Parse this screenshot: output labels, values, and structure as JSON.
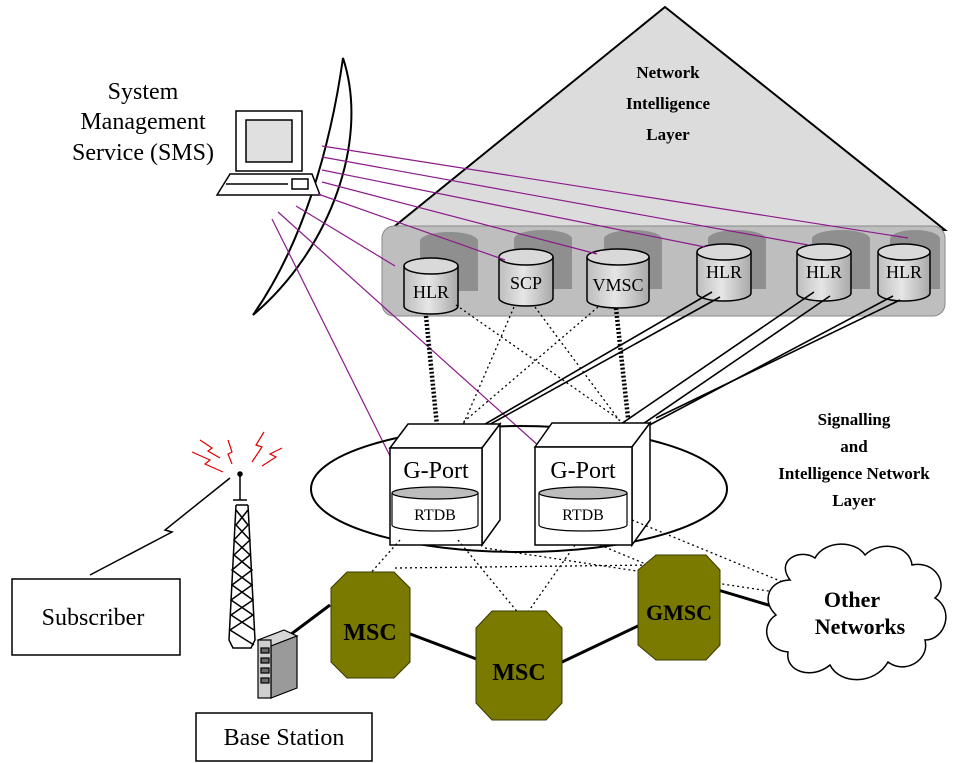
{
  "network_layer": {
    "line1": "Network",
    "line2": "Intelligence",
    "line3": "Layer"
  },
  "sms": {
    "line1": "System",
    "line2": "Management",
    "line3": "Service  (SMS)"
  },
  "databases": {
    "hlr_left": "HLR",
    "scp": "SCP",
    "vmsc": "VMSC",
    "hlr_mid": "HLR",
    "hlr_right1": "HLR",
    "hlr_right2": "HLR"
  },
  "gports": {
    "left": {
      "label": "G-Port",
      "db": "RTDB"
    },
    "right": {
      "label": "G-Port",
      "db": "RTDB"
    }
  },
  "signalling_layer": {
    "line1": "Signalling",
    "line2": "and",
    "line3": "Intelligence Network",
    "line4": "Layer"
  },
  "switches": {
    "msc_left": "MSC",
    "msc_center": "MSC",
    "gmsc": "GMSC"
  },
  "other_networks": {
    "line1": "Other",
    "line2": "Networks"
  },
  "subscriber": "Subscriber",
  "base_station": "Base Station",
  "colors": {
    "link": "#8B1A8B",
    "switch_fill": "#7A7A00",
    "panel": "#BEBEBE",
    "pyramid": "#DCDCDC"
  }
}
